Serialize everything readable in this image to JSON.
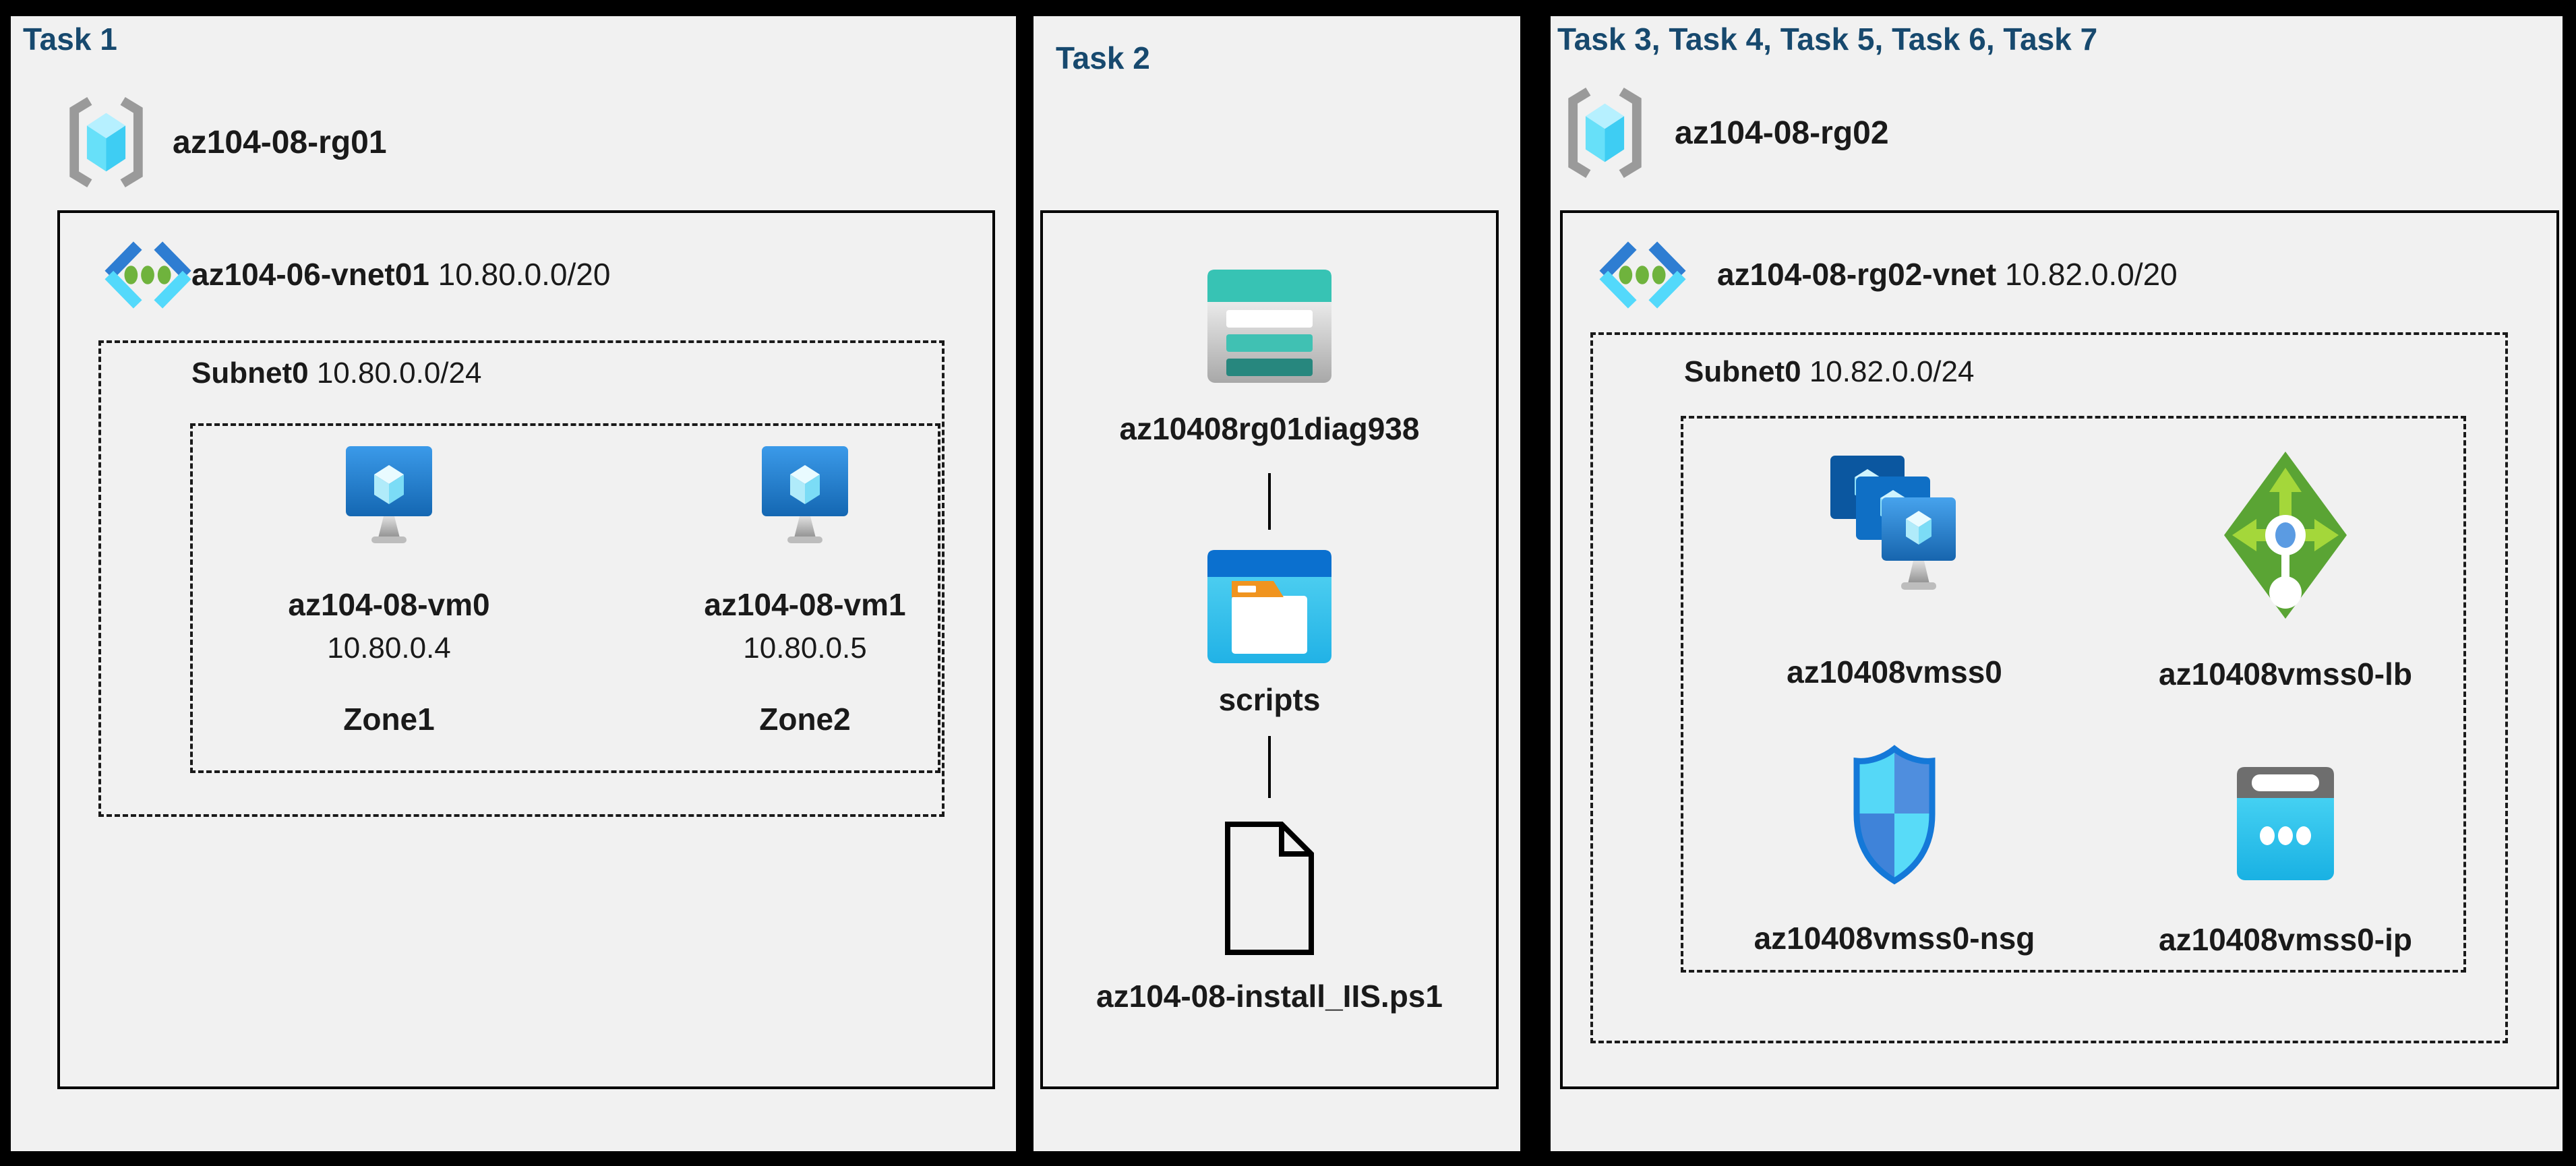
{
  "colors": {
    "title_navy": "#17496e",
    "panel_bg": "#f1f1f1",
    "separator": "#000000",
    "text": "#1a1a1a",
    "azure_blue": "#1665b0",
    "azure_cyan": "#35c1e7",
    "storage_teal": "#37c3b4",
    "lb_green": "#5aa434"
  },
  "task1": {
    "title": "Task 1",
    "resource_group": "az104-08-rg01",
    "vnet_name": "az104-06-vnet01",
    "vnet_cidr": "10.80.0.0/20",
    "subnet_name": "Subnet0",
    "subnet_cidr": "10.80.0.0/24",
    "vms": [
      {
        "name": "az104-08-vm0",
        "ip": "10.80.0.4",
        "zone": "Zone1"
      },
      {
        "name": "az104-08-vm1",
        "ip": "10.80.0.5",
        "zone": "Zone2"
      }
    ]
  },
  "task2": {
    "title": "Task 2",
    "storage_account": "az10408rg01diag938",
    "container": "scripts",
    "script_file": "az104-08-install_IIS.ps1"
  },
  "task3": {
    "title": "Task 3, Task 4, Task 5, Task 6, Task 7",
    "resource_group": "az104-08-rg02",
    "vnet_name": "az104-08-rg02-vnet",
    "vnet_cidr": "10.82.0.0/20",
    "subnet_name": "Subnet0",
    "subnet_cidr": "10.82.0.0/24",
    "vmss": "az10408vmss0",
    "load_balancer": "az10408vmss0-lb",
    "nsg": "az10408vmss0-nsg",
    "public_ip": "az10408vmss0-ip"
  }
}
